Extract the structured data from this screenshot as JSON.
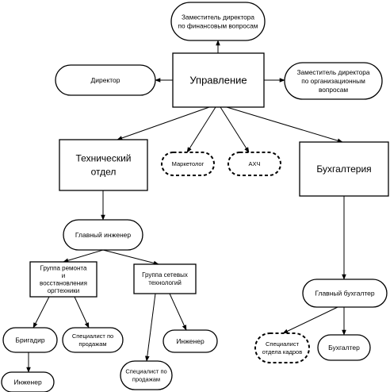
{
  "nodes": {
    "deputy_finance": {
      "lines": [
        "Заместитель директора",
        "по финансовым вопросам"
      ]
    },
    "management": {
      "lines": [
        "Управление"
      ]
    },
    "director": {
      "lines": [
        "Директор"
      ]
    },
    "deputy_org": {
      "lines": [
        "Заместитель директора",
        "по организационным",
        "вопросам"
      ]
    },
    "tech_dept": {
      "lines": [
        "Технический",
        "отдел"
      ]
    },
    "marketer": {
      "lines": [
        "Маркетолог"
      ]
    },
    "akh": {
      "lines": [
        "АХЧ"
      ]
    },
    "accounting": {
      "lines": [
        "Бухгалтерия"
      ]
    },
    "chief_engineer": {
      "lines": [
        "Главный инженер"
      ]
    },
    "repair_group": {
      "lines": [
        "Группа ремонта",
        "и",
        "восстановления",
        "оргтехники"
      ]
    },
    "network_group": {
      "lines": [
        "Группа сетевых",
        "технологий"
      ]
    },
    "chief_accountant": {
      "lines": [
        "Главный бухгалтер"
      ]
    },
    "foreman": {
      "lines": [
        "Бригадир"
      ]
    },
    "sales_specialist_1": {
      "lines": [
        "Специалист по",
        "продажам"
      ]
    },
    "engineer_1": {
      "lines": [
        "Инженер"
      ]
    },
    "engineer_2": {
      "lines": [
        "Инженер"
      ]
    },
    "sales_specialist_2": {
      "lines": [
        "Специалист по",
        "продажам"
      ]
    },
    "hr_specialist": {
      "lines": [
        "Специалист",
        "отдела кадров"
      ]
    },
    "accountant": {
      "lines": [
        "Бухгалтер"
      ]
    },
    "engineer_3": {
      "lines": [
        "Инженер"
      ]
    }
  }
}
